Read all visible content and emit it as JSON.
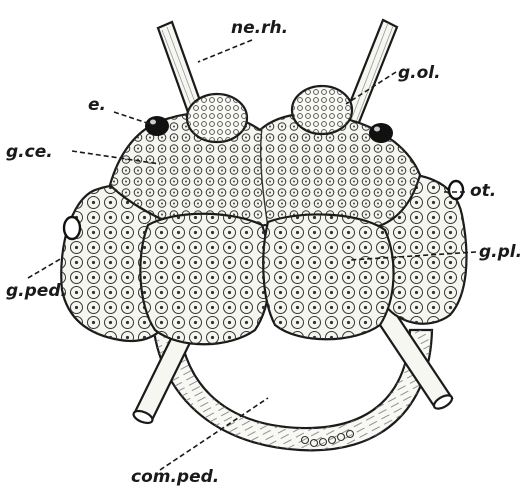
{
  "figure": {
    "labels": {
      "ne_rh": "ne.rh.",
      "e": "e.",
      "g_ol": "g.ol.",
      "g_ce": "g.ce.",
      "ot": "ot.",
      "g_pl": "g.pl.",
      "g_ped": "g.ped.",
      "com_ped": "com.ped."
    }
  }
}
